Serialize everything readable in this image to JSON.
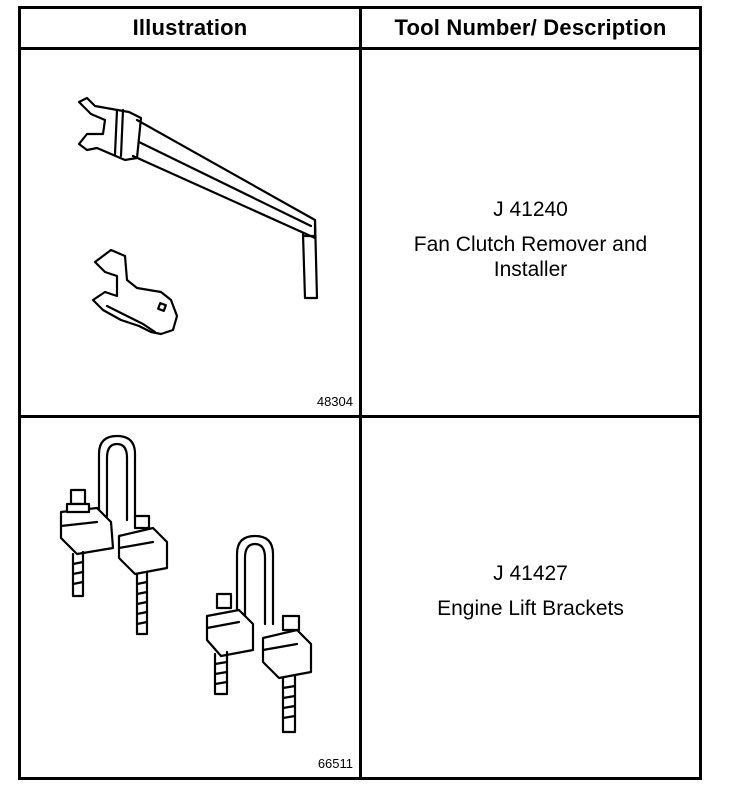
{
  "table": {
    "headers": {
      "illustration": "Illustration",
      "tool": "Tool Number/ Description"
    },
    "rows": [
      {
        "figure_number": "48304",
        "tool_number": "J 41240",
        "description_lines": [
          "Fan Clutch Remover and",
          "Installer"
        ],
        "icon": "wrench-icon"
      },
      {
        "figure_number": "66511",
        "tool_number": "J 41427",
        "description_lines": [
          "Engine Lift Brackets"
        ],
        "icon": "lift-bracket-icon"
      }
    ]
  }
}
